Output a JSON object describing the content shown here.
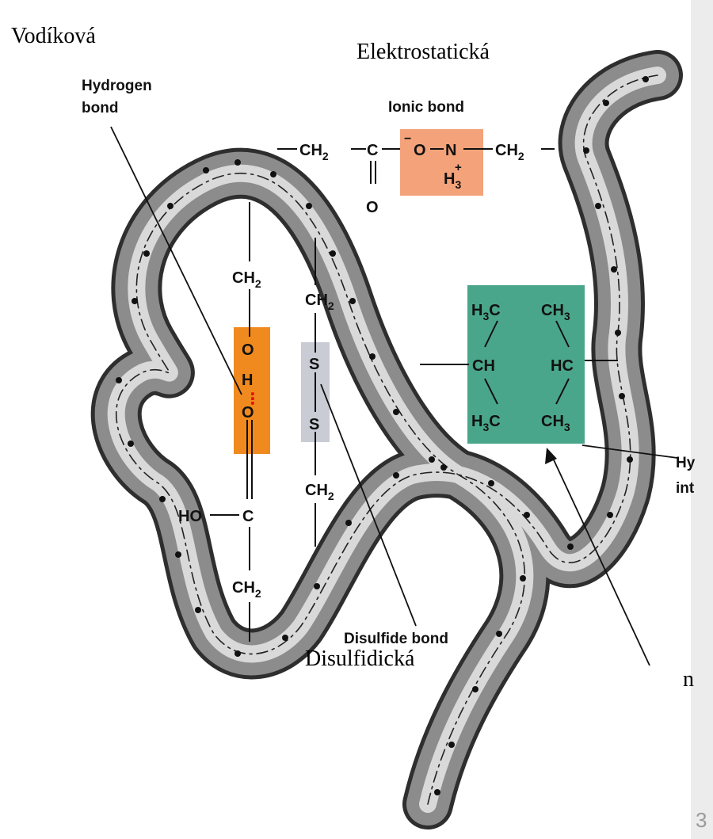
{
  "slide": {
    "number": "3",
    "right_edge_char": "n"
  },
  "czech_labels": {
    "hydrogen": "Vodíková",
    "ionic": "Elektrostatická",
    "disulfide": "Disulfidická"
  },
  "english_labels": {
    "hydrogen_bond_line1": "Hydrogen",
    "hydrogen_bond_line2": "bond",
    "ionic_bond": "Ionic bond",
    "disulfide_bond": "Disulfide bond",
    "hydrophobic_line1": "Hy",
    "hydrophobic_line2": "int"
  },
  "chem": {
    "ch2": "CH",
    "sub2": "2",
    "c": "C",
    "o": "O",
    "n": "N",
    "h3": "H",
    "sub3": "3",
    "plus": "+",
    "minus": "−",
    "oh": "OH",
    "ho": "HO",
    "s": "S",
    "h": "H",
    "ch": "CH",
    "hc": "HC",
    "dots": "⋮"
  },
  "colors": {
    "ionic_box": "#f4a27a",
    "hbond_box": "#f08a1e",
    "disulfide_box": "#c9ccd4",
    "hydrophobic_box": "#4aa68a",
    "tube_dark": "#3a3a3a",
    "tube_light": "#e8e8e8"
  }
}
